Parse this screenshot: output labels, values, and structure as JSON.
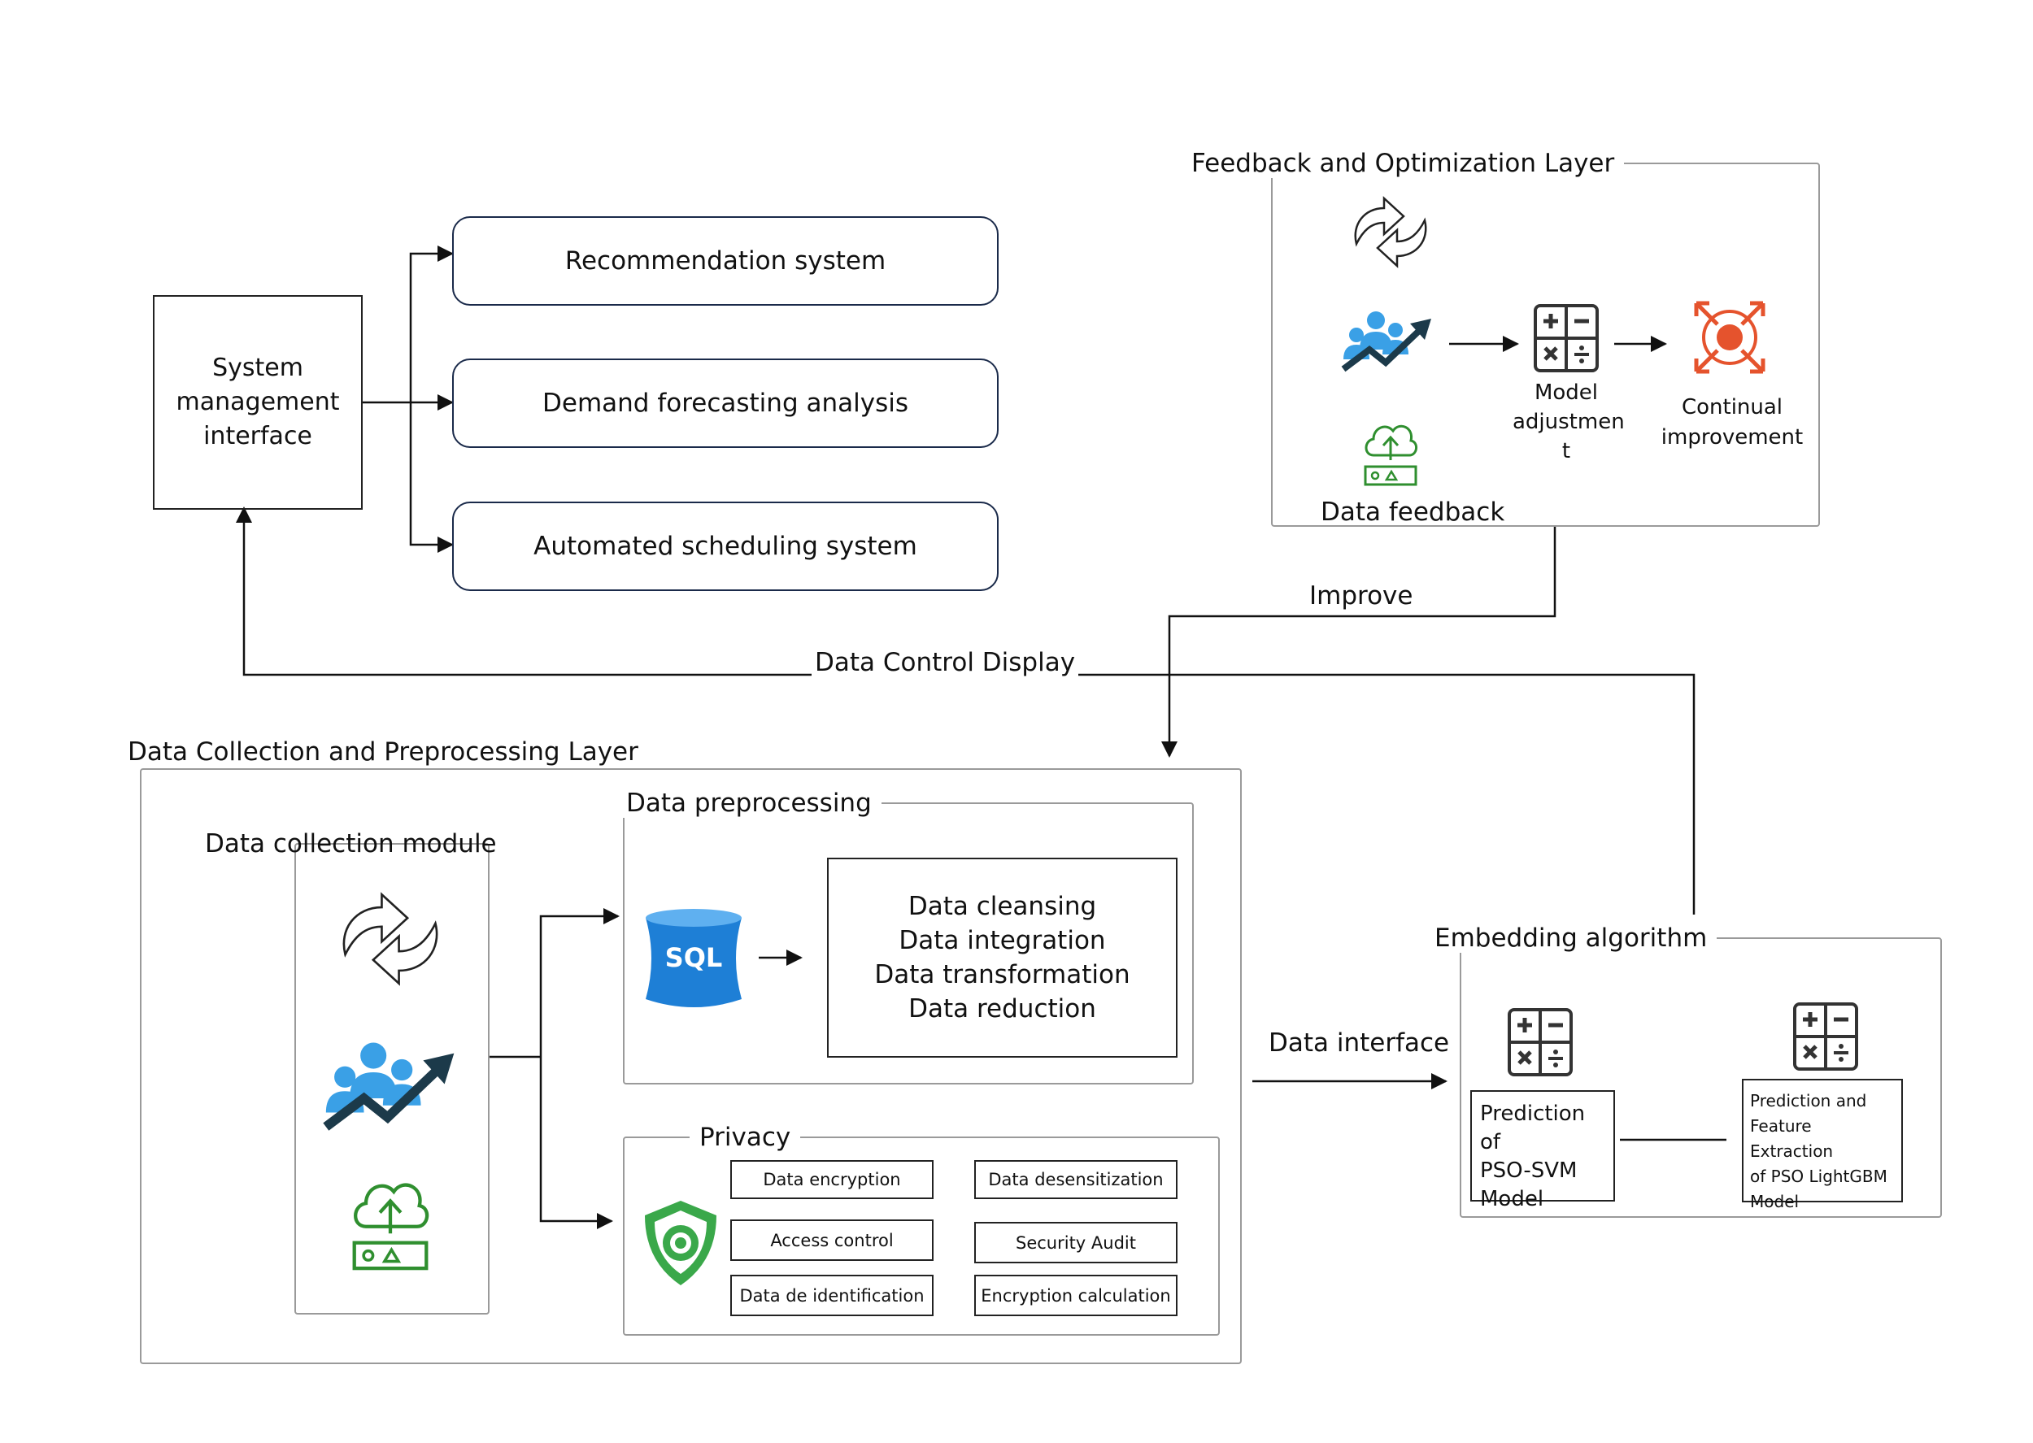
{
  "system_management": {
    "line1": "System",
    "line2": "management",
    "line3": "interface"
  },
  "apps": {
    "recommendation": "Recommendation system",
    "demand_forecasting": "Demand forecasting analysis",
    "automated_scheduling": "Automated scheduling system"
  },
  "feedback_layer": {
    "title": "Feedback and Optimization Layer",
    "data_feedback": "Data feedback",
    "model_adjustment_line1": "Model",
    "model_adjustment_line2": "adjustmen",
    "model_adjustment_line3": "t",
    "continual_line1": "Continual",
    "continual_line2": "improvement"
  },
  "connectors": {
    "improve": "Improve",
    "data_control_display": "Data Control Display",
    "data_interface": "Data interface"
  },
  "collection_layer": {
    "title": "Data Collection and Preprocessing Layer",
    "collection_module": "Data collection module",
    "preprocessing": {
      "title": "Data preprocessing",
      "sql": "SQL",
      "step1": "Data cleansing",
      "step2": "Data integration",
      "step3": "Data transformation",
      "step4": "Data reduction"
    },
    "privacy": {
      "title": "Privacy",
      "items": [
        "Data encryption",
        "Data desensitization",
        "Access control",
        "Security Audit",
        "Data de identification",
        "Encryption calculation"
      ]
    }
  },
  "embedding": {
    "title": "Embedding algorithm",
    "svm_line1": "Prediction of",
    "svm_line2": "PSO-SVM",
    "svm_line3": "Model",
    "lgbm_line1": "Prediction and",
    "lgbm_line2": "Feature Extraction",
    "lgbm_line3": "of PSO LightGBM",
    "lgbm_line4": "Model"
  },
  "colors": {
    "people_blue": "#3aa0e6",
    "arrow_dark": "#1c3a4a",
    "sql_blue": "#1e7fd6",
    "cloud_green": "#2f8f2f",
    "shield_green": "#3aa84a",
    "target_red": "#e5532d"
  },
  "icons": [
    "sync-icon",
    "people-growth-icon",
    "calculator-icon",
    "target-arrows-icon",
    "cloud-upload-icon",
    "sql-database-icon",
    "shield-icon"
  ]
}
